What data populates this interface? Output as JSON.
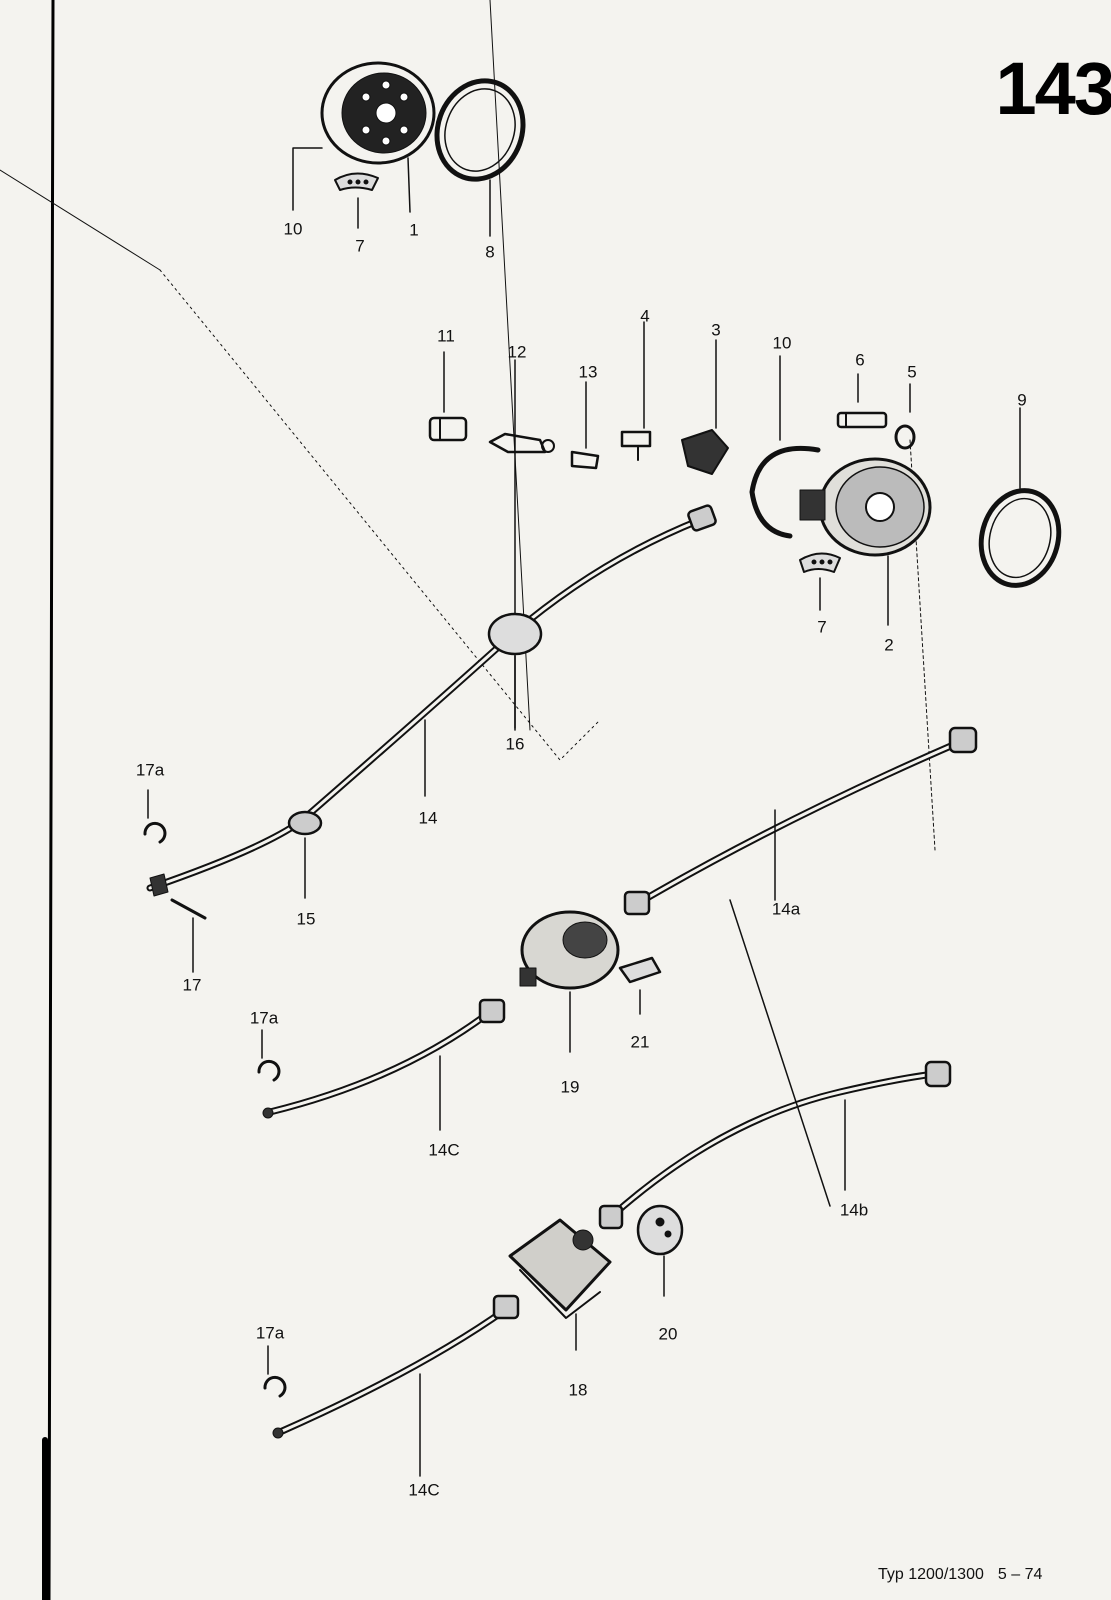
{
  "page_number": "143",
  "footer": {
    "model": "Typ 1200/1300",
    "edition": "5 – 74"
  },
  "callouts": {
    "c10_top": "10",
    "c7_top": "7",
    "c1": "1",
    "c8": "8",
    "c11": "11",
    "c12": "12",
    "c13": "13",
    "c4": "4",
    "c3": "3",
    "c10_mid": "10",
    "c6": "6",
    "c5": "5",
    "c9": "9",
    "c7_mid": "7",
    "c2": "2",
    "c16": "16",
    "c17a_1": "17a",
    "c14": "14",
    "c15": "15",
    "c17": "17",
    "c14a": "14a",
    "c17a_2": "17a",
    "c21": "21",
    "c19": "19",
    "c14c_1": "14C",
    "c14b": "14b",
    "c20": "20",
    "c17a_3": "17a",
    "c18": "18",
    "c14c_2": "14C"
  }
}
